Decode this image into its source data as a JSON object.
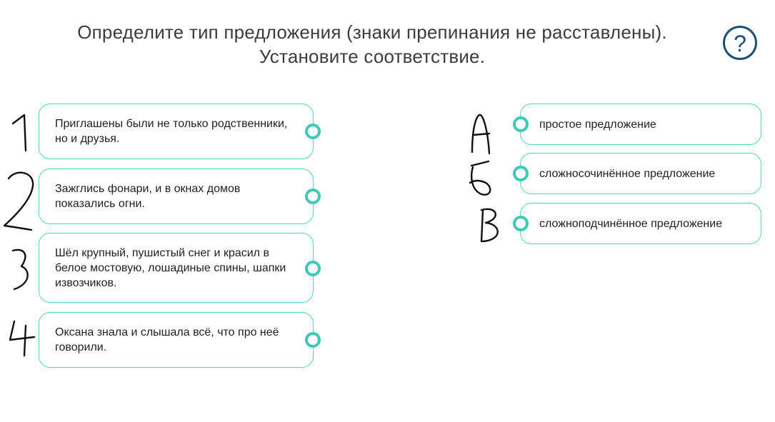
{
  "title_line1": "Определите тип предложения (знаки препинания не расставлены).",
  "title_line2": "Установите соответствие.",
  "help_symbol": "?",
  "left_items": [
    {
      "text": "Приглашены были не только родственники, но и друзья.",
      "handwritten_mark": "1"
    },
    {
      "text": "Зажглись фонари, и в окнах домов показались огни.",
      "handwritten_mark": "2"
    },
    {
      "text": "Шёл крупный, пушистый снег и красил в белое мостовую, лошадиные спины, шапки извозчиков.",
      "handwritten_mark": "3"
    },
    {
      "text": "Оксана знала и слышала всё, что про неё говорили.",
      "handwritten_mark": "4"
    }
  ],
  "right_items": [
    {
      "text": "простое предложение",
      "handwritten_mark": "А"
    },
    {
      "text": "сложносочинённое предложение",
      "handwritten_mark": "Б"
    },
    {
      "text": "сложноподчинённое предложение",
      "handwritten_mark": "В"
    }
  ],
  "colors": {
    "accent": "#3cc9b5",
    "card_border": "#52d3c0",
    "help": "#1d4e7a",
    "title": "#3c3c3c"
  }
}
